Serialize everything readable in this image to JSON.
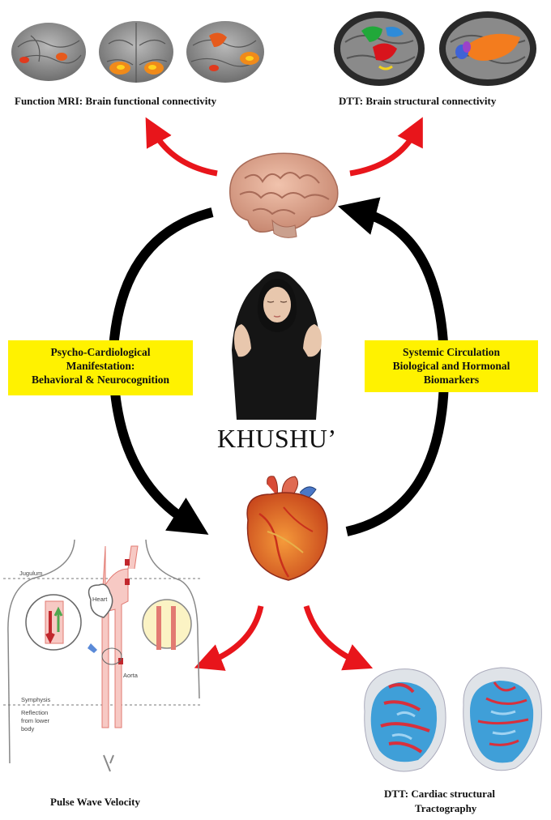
{
  "captions": {
    "fmri": "Function MRI: Brain functional connectivity",
    "dti_brain": "DTT: Brain structural connectivity",
    "pwv": "Pulse Wave Velocity",
    "dti_cardiac_line1": "DTT: Cardiac structural",
    "dti_cardiac_line2": "Tractography"
  },
  "left_box": {
    "line1": "Psycho-Cardiological",
    "line2": "Manifestation:",
    "line3": "Behavioral & Neurocognition"
  },
  "right_box": {
    "line1": "Systemic Circulation",
    "line2": "Biological and Hormonal",
    "line3": "Biomarkers"
  },
  "center_label": "KHUSHU’",
  "body_annotations": {
    "jugulum": "Jugulum",
    "heart": "Heart",
    "aorta": "Aorta",
    "symphysis": "Symphysis",
    "reflection1": "Reflection",
    "reflection2": "from lower",
    "reflection3": "body"
  },
  "colors": {
    "highlight_box": "#fff200",
    "arrow_red": "#e8151b",
    "cycle_arrow": "#000000"
  }
}
